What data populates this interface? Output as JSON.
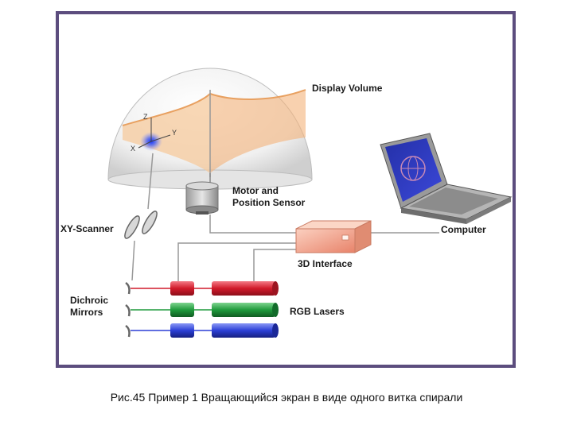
{
  "diagram": {
    "labels": {
      "display_volume": "Display Volume",
      "motor_line1": "Motor and",
      "motor_line2": "Position Sensor",
      "xy_scanner": "XY-Scanner",
      "computer": "Computer",
      "interface": "3D Interface",
      "dichroic_line1": "Dichroic",
      "dichroic_line2": "Mirrors",
      "rgb_lasers": "RGB Lasers"
    },
    "axes": {
      "z": "Z",
      "y": "Y",
      "x": "X"
    },
    "colors": {
      "frame": "#5c4d7e",
      "laser_red": "#d11a2a",
      "laser_green": "#1f9a3c",
      "laser_blue": "#2b3fd6",
      "spiral": "#e8a060",
      "interface_box": "#f4a58a",
      "screen": "#2b2fb8"
    },
    "icons": [
      "dome",
      "spiral-screen",
      "motor-cylinder",
      "laptop-icon",
      "interface-box",
      "mirror-icon",
      "laser-tube"
    ]
  },
  "caption": "Рис.45 Пример 1 Вращающийся экран в виде одного витка спирали"
}
